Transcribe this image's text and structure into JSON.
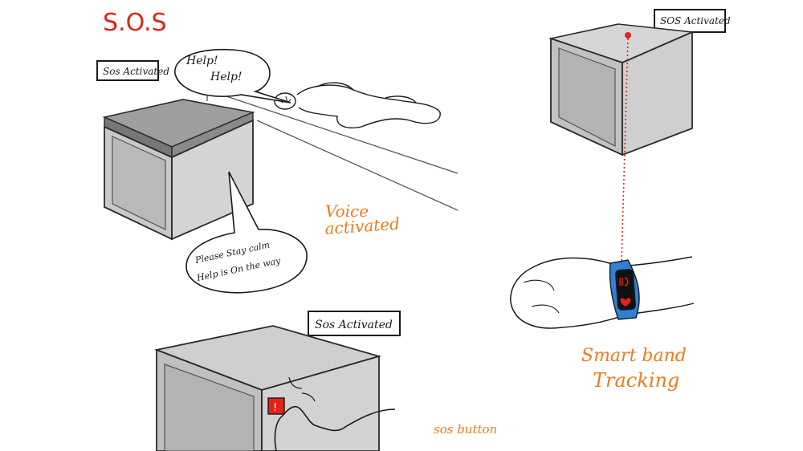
{
  "title": "S.O.S",
  "colors": {
    "title_red": "#e2231a",
    "note_orange": "#f07a1a",
    "box_gray": "#c8c8c8",
    "box_top": "#b8b8b8",
    "band_blue": "#2f7fd8",
    "ink": "#1a1a1a"
  },
  "scenes": {
    "voice": {
      "tag": "Sos Activated",
      "bubble_person": [
        "Help!",
        "Help!"
      ],
      "bubble_box": [
        "Please Stay calm",
        "Help is On the way"
      ],
      "caption": [
        "Voice",
        "activated"
      ]
    },
    "band": {
      "tag": "SOS Activated",
      "caption": [
        "Smart band",
        "Tracking"
      ]
    },
    "button": {
      "tag": "Sos Activated",
      "caption": "sos button"
    }
  }
}
